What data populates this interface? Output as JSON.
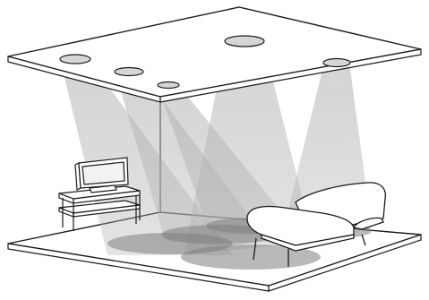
{
  "illustration": {
    "subject": "room-with-ceiling-spotlights",
    "spotlight_count": 5,
    "furniture": [
      "tv-stand",
      "television",
      "sofa"
    ],
    "colors": {
      "line": "#1a1a1a",
      "light_beam": "#b0b0b0",
      "floor_pool": "#808080",
      "paper": "#ffffff"
    }
  }
}
